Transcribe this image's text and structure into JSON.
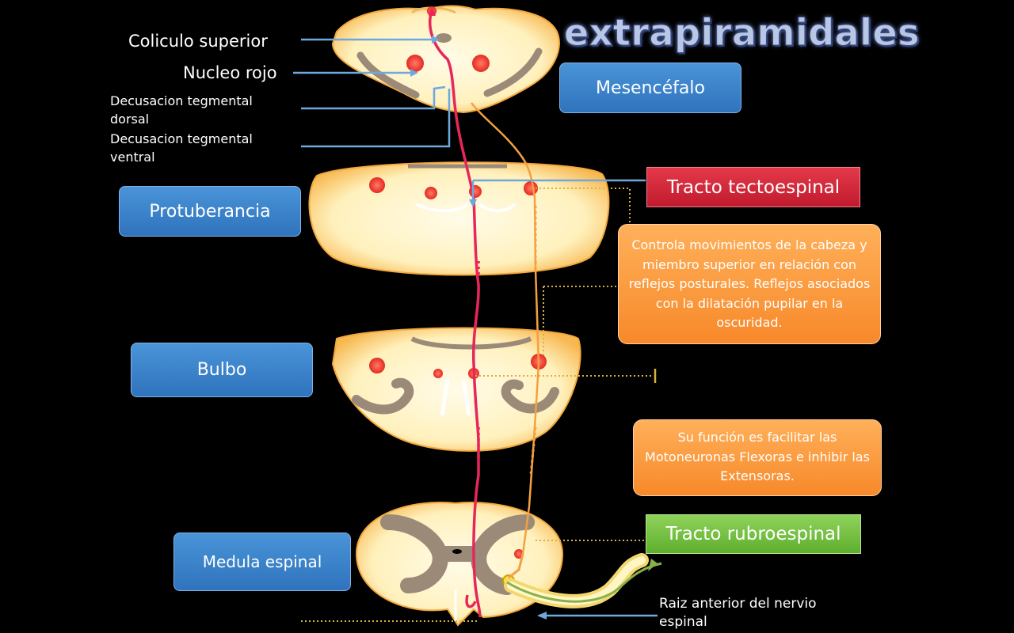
{
  "title": "extrapiramidales",
  "labels": {
    "coliculo": "Coliculo superior",
    "nucleo": "Nucleo rojo",
    "dtd_1": "Decusacion tegmental",
    "dtd_2": "dorsal",
    "dtv_1": "Decusacion tegmental",
    "dtv_2": "ventral",
    "raiz_1": "Raiz anterior del nervio",
    "raiz_2": "espinal"
  },
  "regions": {
    "mesencefalo": "Mesencéfalo",
    "protuberancia": "Protuberancia",
    "bulbo": "Bulbo",
    "medula": "Medula espinal"
  },
  "tracts": {
    "tectoespinal": "Tracto tectoespinal",
    "rubroespinal": "Tracto rubroespinal"
  },
  "notes": {
    "tecto": "Controla movimientos de la cabeza y miembro superior en relación con reflejos posturales. Reflejos asociados con la dilatación pupilar en la oscuridad.",
    "rubro": "Su función es facilitar las Motoneuronas Flexoras e inhibir las Extensoras."
  },
  "colors": {
    "tissue": "#fff3c4",
    "tissue_edge": "#f6b64a",
    "grey_matter": "#9c8a78",
    "nucleus": "#f0462e",
    "red_tract": "#e8265a",
    "orange_tract": "#f5a040",
    "pointer": "#6fa8dc"
  }
}
